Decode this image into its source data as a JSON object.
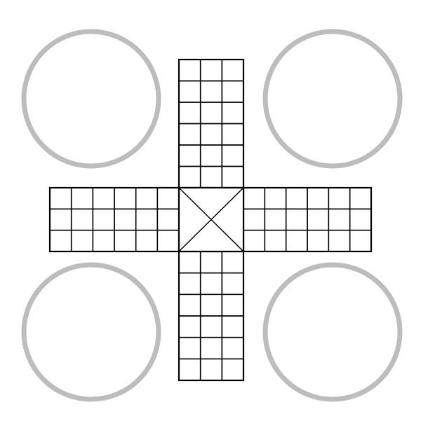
{
  "board": {
    "game": "pachisi-cross-board",
    "arm_columns": 3,
    "arm_rows": 6,
    "home_area_count": 4,
    "center_marking": "x-diagonals",
    "colors": {
      "background": "#ffffff",
      "grid_line": "#000000",
      "home_ring": "#bdbdbd"
    }
  },
  "arms": [
    {
      "id": "top",
      "orientation": "vertical"
    },
    {
      "id": "bottom",
      "orientation": "vertical"
    },
    {
      "id": "left",
      "orientation": "horizontal"
    },
    {
      "id": "right",
      "orientation": "horizontal"
    }
  ],
  "home_areas": [
    {
      "id": "top-left"
    },
    {
      "id": "top-right"
    },
    {
      "id": "bottom-left"
    },
    {
      "id": "bottom-right"
    }
  ]
}
